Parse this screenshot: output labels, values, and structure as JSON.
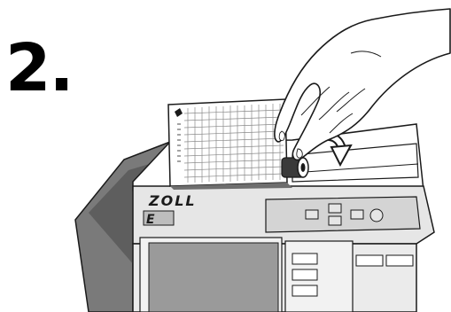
{
  "step": {
    "number": "2."
  },
  "device": {
    "brand": "ZOLL",
    "model_badge": "E"
  },
  "colors": {
    "outline": "#1a1a1a",
    "panel_fill": "#e3e3e3",
    "panel_dark": "#8c8c8c",
    "shadow": "#6e6e6e",
    "screen": "#9a9a9a",
    "paper": "#ffffff",
    "grid": "#8a8a8a"
  },
  "icons": {
    "hand": "hand-icon",
    "rotate_arrow": "curved-arrow-icon",
    "roll": "paper-roll-icon"
  }
}
